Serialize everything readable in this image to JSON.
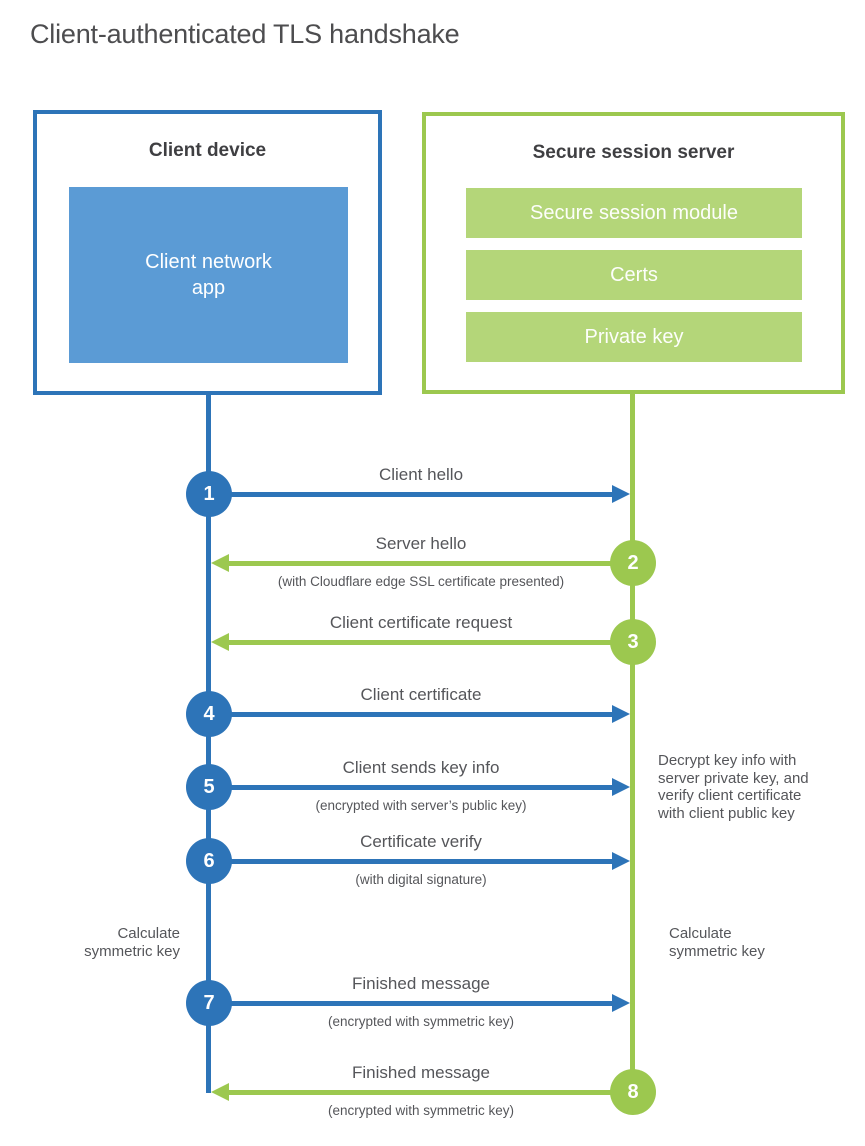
{
  "title": "Client-authenticated TLS handshake",
  "colors": {
    "client_accent": "#2d74b8",
    "client_fill": "#5b9bd5",
    "server_accent": "#9cc84f",
    "server_fill": "#b4d679",
    "label_text": "#55565a",
    "heading_text": "#3f3f42"
  },
  "client": {
    "title": "Client device",
    "app_label": "Client network app"
  },
  "server": {
    "title": "Secure session server",
    "modules": [
      "Secure session module",
      "Certs",
      "Private key"
    ]
  },
  "steps": [
    {
      "num": "1",
      "from": "client",
      "to": "server",
      "direction": "right",
      "label": "Client hello",
      "sub": ""
    },
    {
      "num": "2",
      "from": "server",
      "to": "client",
      "direction": "left",
      "label": "Server hello",
      "sub": "(with Cloudflare edge SSL certificate presented)"
    },
    {
      "num": "3",
      "from": "server",
      "to": "client",
      "direction": "left",
      "label": "Client certificate request",
      "sub": ""
    },
    {
      "num": "4",
      "from": "client",
      "to": "server",
      "direction": "right",
      "label": "Client certificate",
      "sub": ""
    },
    {
      "num": "5",
      "from": "client",
      "to": "server",
      "direction": "right",
      "label": "Client sends key info",
      "sub": "(encrypted with server’s public key)"
    },
    {
      "num": "6",
      "from": "client",
      "to": "server",
      "direction": "right",
      "label": "Certificate verify",
      "sub": "(with digital signature)"
    },
    {
      "num": "7",
      "from": "client",
      "to": "server",
      "direction": "right",
      "label": "Finished message",
      "sub": "(encrypted with symmetric key)"
    },
    {
      "num": "8",
      "from": "server",
      "to": "client",
      "direction": "left",
      "label": "Finished message",
      "sub": "(encrypted with symmetric key)"
    }
  ],
  "notes": {
    "decrypt": "Decrypt key info with server private key, and verify client certificate with client public key",
    "calc_left": "Calculate symmetric key",
    "calc_right": "Calculate symmetric key"
  }
}
